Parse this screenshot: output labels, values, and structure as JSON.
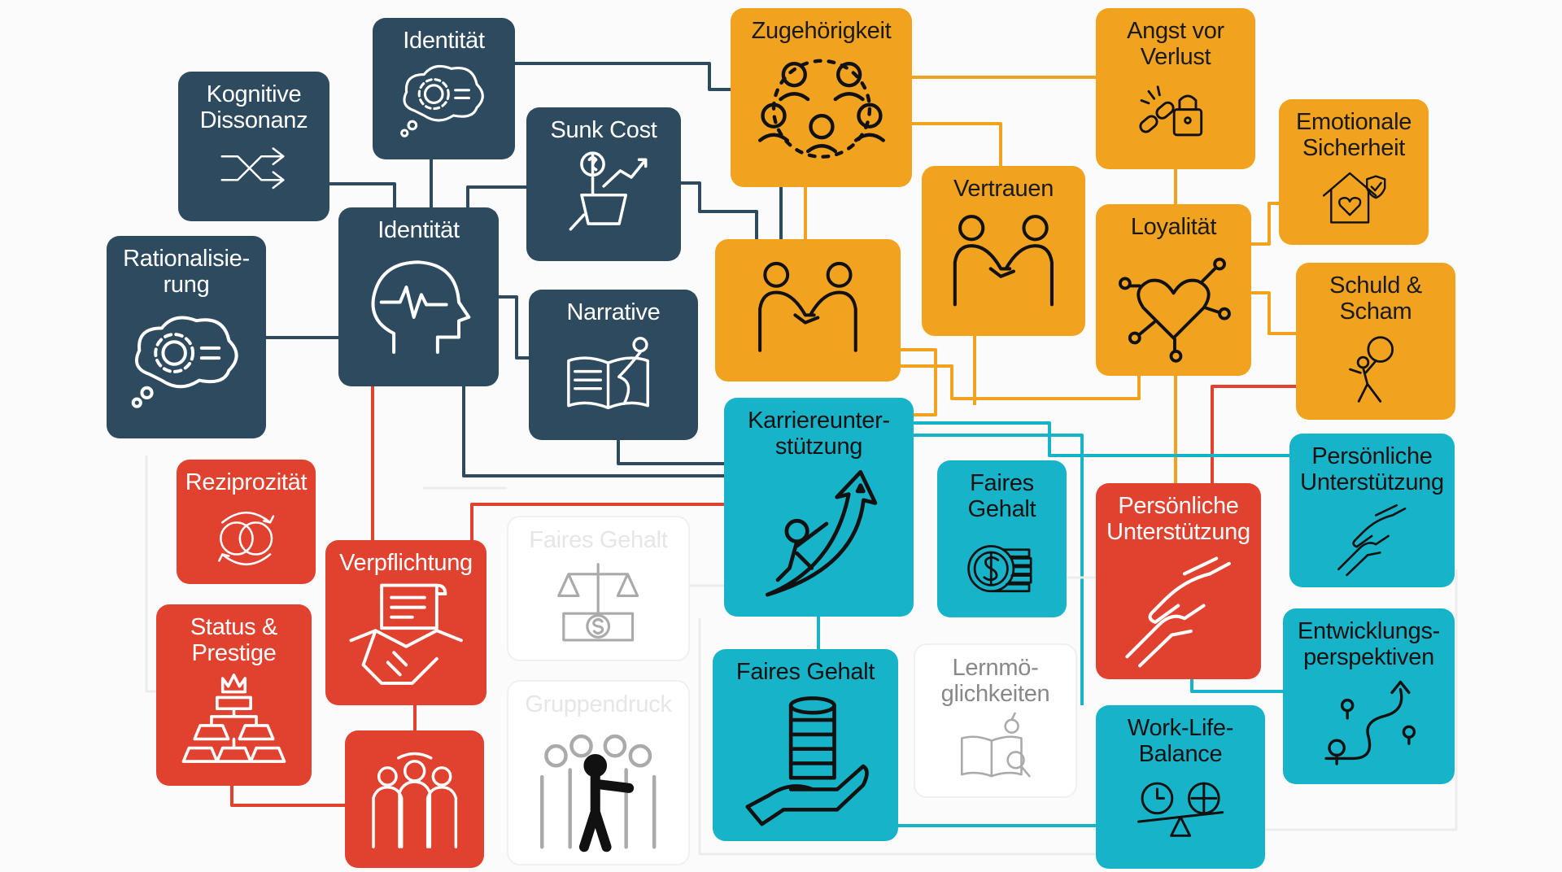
{
  "colors": {
    "dark": "#2d4a5e",
    "orange": "#f1a31f",
    "red": "#e1412f",
    "teal": "#17b4c9"
  },
  "nodes": [
    {
      "id": "kognitive-dissonanz",
      "label": "Kognitive\nDissonanz",
      "theme": "dark",
      "icon": "shuffle-icon"
    },
    {
      "id": "identitaet-top",
      "label": "Identität",
      "theme": "dark",
      "icon": "gear-cloud-icon"
    },
    {
      "id": "sunk-cost",
      "label": "Sunk Cost",
      "theme": "dark",
      "icon": "coin-plant-icon"
    },
    {
      "id": "identitaet",
      "label": "Identität",
      "theme": "dark",
      "icon": "head-pulse-icon"
    },
    {
      "id": "rationalisierung",
      "label": "Rationalisie-\nrung",
      "theme": "dark",
      "icon": "gear-cloud-icon"
    },
    {
      "id": "narrative",
      "label": "Narrative",
      "theme": "dark",
      "icon": "book-map-icon"
    },
    {
      "id": "zugehoerigkeit",
      "label": "Zugehörigkeit",
      "theme": "orange",
      "icon": "people-circle-icon"
    },
    {
      "id": "angst-vor-verlust",
      "label": "Angst vor\nVerlust",
      "theme": "orange",
      "icon": "chain-lock-icon"
    },
    {
      "id": "emotionale-sicherheit",
      "label": "Emotionale\nSicherheit",
      "theme": "orange",
      "icon": "house-heart-icon"
    },
    {
      "id": "vertrauen",
      "label": "Vertrauen",
      "theme": "orange",
      "icon": "handshake-icon"
    },
    {
      "id": "loyalitaet",
      "label": "Loyalität",
      "theme": "orange",
      "icon": "heart-network-icon"
    },
    {
      "id": "handshake",
      "label": "",
      "theme": "orange",
      "icon": "handshake-icon"
    },
    {
      "id": "schuld-scham",
      "label": "Schuld &\nScham",
      "theme": "orange",
      "icon": "person-burden-icon"
    },
    {
      "id": "karriereunterstuetzung",
      "label": "Karriereunter-\nstützung",
      "theme": "teal",
      "icon": "arrow-climb-icon"
    },
    {
      "id": "faires-gehalt-small",
      "label": "Faires\nGehalt",
      "theme": "teal",
      "icon": "coins-icon"
    },
    {
      "id": "persoenliche-unterstuetzung-red",
      "label": "Persönliche\nUnterstützung",
      "theme": "red",
      "icon": "helping-hands-icon"
    },
    {
      "id": "persoenliche-unterstuetzung-teal",
      "label": "Persönliche\nUnterstützung",
      "theme": "teal",
      "icon": "helping-hands-icon"
    },
    {
      "id": "reziprozitaet",
      "label": "Reziprozität",
      "theme": "red",
      "icon": "cycle-rings-icon"
    },
    {
      "id": "verpflichtung",
      "label": "Verpflichtung",
      "theme": "red",
      "icon": "contract-handshake-icon"
    },
    {
      "id": "status-prestige",
      "label": "Status &\nPrestige",
      "theme": "red",
      "icon": "pyramid-icon"
    },
    {
      "id": "gruppe",
      "label": "",
      "theme": "red",
      "icon": "group-icon"
    },
    {
      "id": "faires-gehalt-faded",
      "label": "Faires Gehalt",
      "theme": "faded",
      "icon": "scales-money-icon"
    },
    {
      "id": "gruppendruck",
      "label": "Gruppendruck",
      "theme": "faded",
      "icon": "crowd-icon"
    },
    {
      "id": "faires-gehalt-big",
      "label": "Faires Gehalt",
      "theme": "teal",
      "icon": "hand-coins-icon"
    },
    {
      "id": "lernmoeglichkeiten",
      "label": "Lernmö-\nglichkeiten",
      "theme": "faded mid",
      "icon": "book-apple-icon"
    },
    {
      "id": "work-life-balance",
      "label": "Work-Life-\nBalance",
      "theme": "teal",
      "icon": "clock-balance-icon"
    },
    {
      "id": "entwicklungsperspektiven",
      "label": "Entwicklungs-\nperspektiven",
      "theme": "teal",
      "icon": "path-map-icon"
    }
  ]
}
